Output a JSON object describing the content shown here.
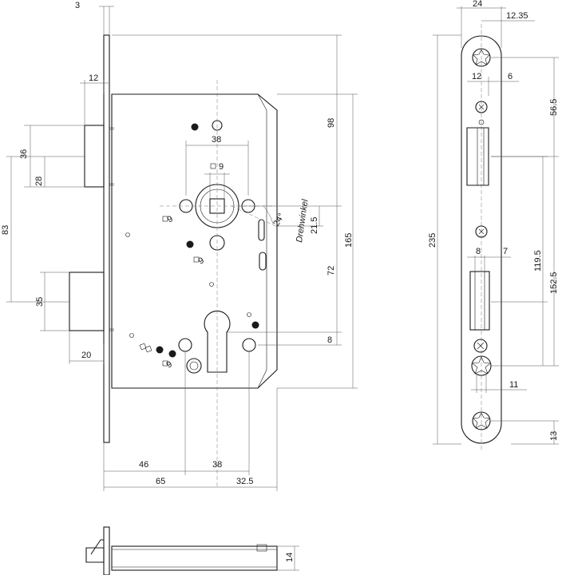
{
  "labels": {
    "d_3": "3",
    "d_24": "24",
    "d_12_35": "12.35",
    "d_12_top": "12",
    "d_12_face": "12",
    "d_6": "6",
    "d_56_5": "56.5",
    "d_98": "98",
    "d_38_top": "38",
    "d_9_sq": "9",
    "d_36": "36",
    "d_28": "28",
    "d_9_a": "9",
    "d_9_b": "9",
    "d_9_c": "9",
    "d_83": "83",
    "d_24deg": "24°",
    "drehwinkel": "Drehwinkel",
    "d_21_5": "21.5",
    "d_165": "165",
    "d_235": "235",
    "d_72": "72",
    "d_8_face": "8",
    "d_7": "7",
    "d_119_5": "119.5",
    "d_152_5": "152.5",
    "d_35": "35",
    "d_8_right": "8",
    "d_20": "20",
    "d_11": "11",
    "d_13": "13",
    "d_46": "46",
    "d_38_bot": "38",
    "d_65": "65",
    "d_32_5": "32.5",
    "d_14": "14"
  }
}
